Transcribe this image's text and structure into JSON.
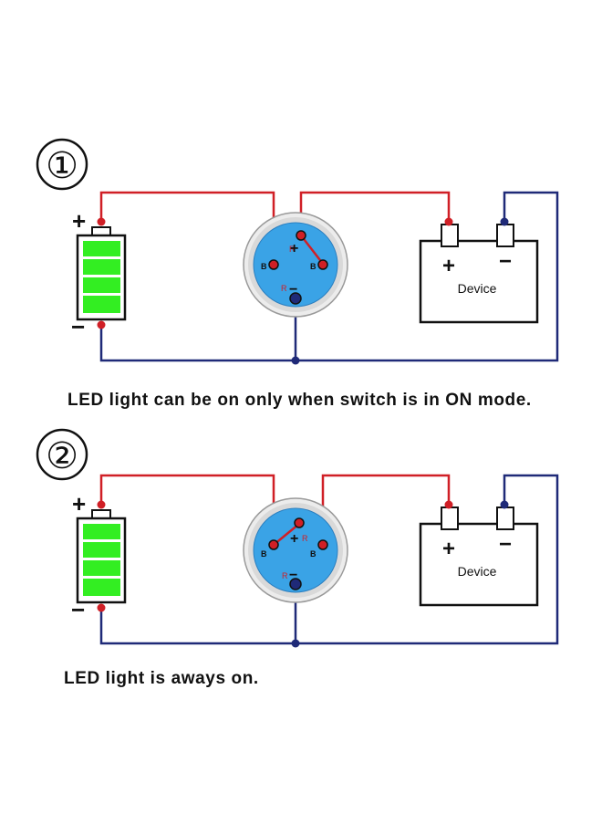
{
  "colors": {
    "red_wire": "#d01f26",
    "blue_wire": "#1f2a78",
    "battery_green": "#33ee22",
    "switch_face": "#3aa3e6",
    "switch_ring": "#d9d9d9"
  },
  "diagrams": [
    {
      "number": "①",
      "device_label": "Device",
      "plus": "+",
      "minus": "−",
      "battery_plus": "+",
      "battery_minus": "−",
      "switch": {
        "pin_b_left": "B",
        "pin_b_right": "B",
        "pin_r_top": "R",
        "pin_r_bottom": "R",
        "pin_plus": "+",
        "pin_minus": "−"
      },
      "caption": "LED light can be on only when switch is in ON mode."
    },
    {
      "number": "②",
      "device_label": "Device",
      "plus": "+",
      "minus": "−",
      "battery_plus": "+",
      "battery_minus": "−",
      "switch": {
        "pin_b_left": "B",
        "pin_b_right": "B",
        "pin_r_top": "R",
        "pin_r_bottom": "R",
        "pin_plus": "+",
        "pin_minus": "−"
      },
      "caption": "LED light is aways on."
    }
  ]
}
